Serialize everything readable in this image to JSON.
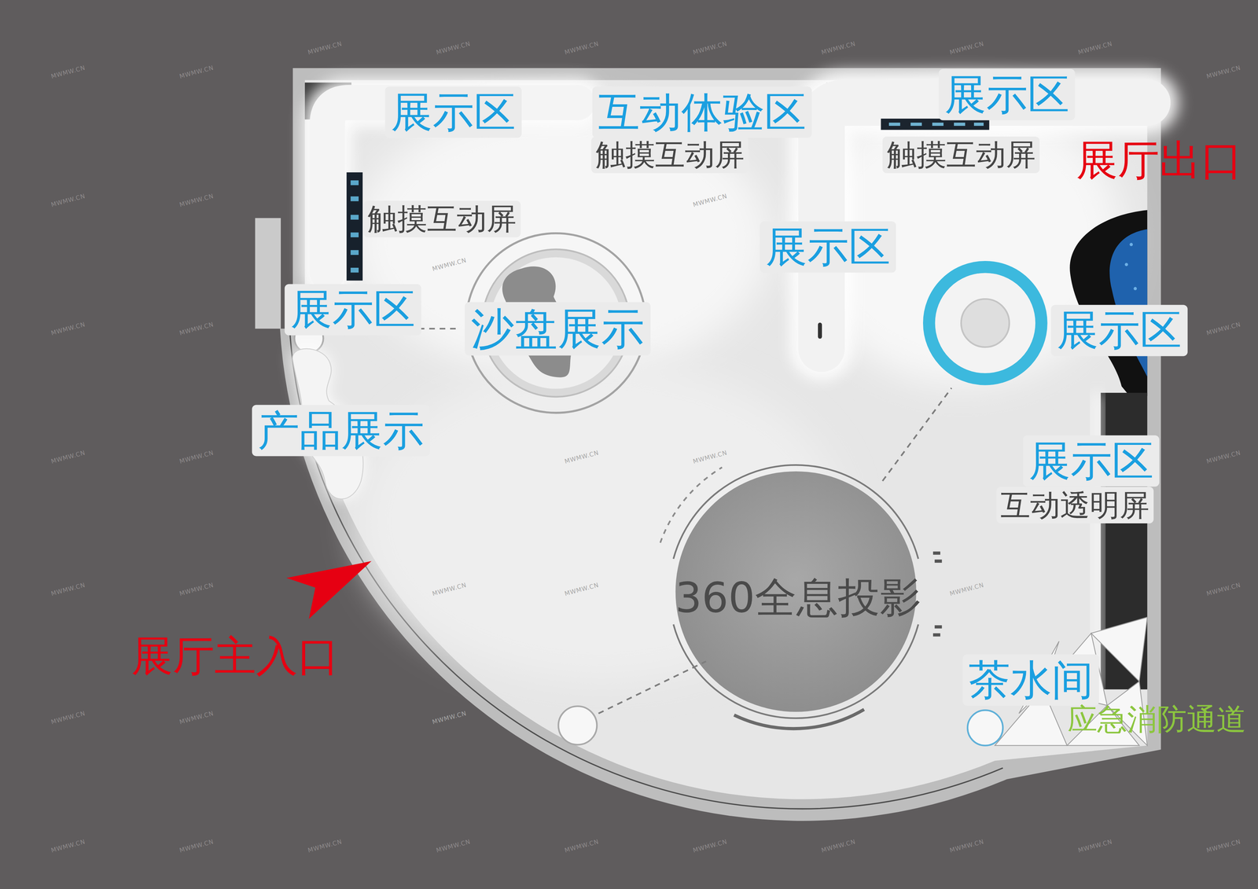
{
  "diagram": {
    "labels": [
      "展示区",
      "互动体验区",
      "展示区",
      "触摸互动屏",
      "触摸互动屏",
      "展厅出口",
      "触摸互动屏",
      "展示区",
      "展示区",
      "沙盘展示",
      "展示区",
      "产品展示",
      "展示区",
      "互动透明屏",
      "360全息投影",
      "展厅主入口",
      "茶水间",
      "应急消防通道",
      "MWMW.CN",
      "MWMW.CN",
      "MWMW.CN",
      "MWMW.CN",
      "MWMW.CN",
      "MWMW.CN",
      "MWMW.CN",
      "MWMW.CN",
      "MWMW.CN",
      "MWMW.CN",
      "MWMW.CN",
      "MWMW.CN",
      "MWMW.CN",
      "MWMW.CN",
      "MWMW.CN",
      "MWMW.CN",
      "MWMW.CN",
      "MWMW.CN",
      "MWMW.CN",
      "MWMW.CN",
      "MWMW.CN",
      "MWMW.CN",
      "MWMW.CN",
      "MWMW.CN",
      "MWMW.CN",
      "MWMW.CN",
      "MWMW.CN",
      "MWMW.CN",
      "MWMW.CN",
      "MWMW.CN",
      "MWMW.CN",
      "MWMW.CN",
      "MWMW.CN",
      "MWMW.CN",
      "MWMW.CN",
      "MWMW.CN",
      "MWMW.CN",
      "MWMW.CN",
      "MWMW.CN",
      "MWMW.CN",
      "MWMW.CN"
    ]
  }
}
